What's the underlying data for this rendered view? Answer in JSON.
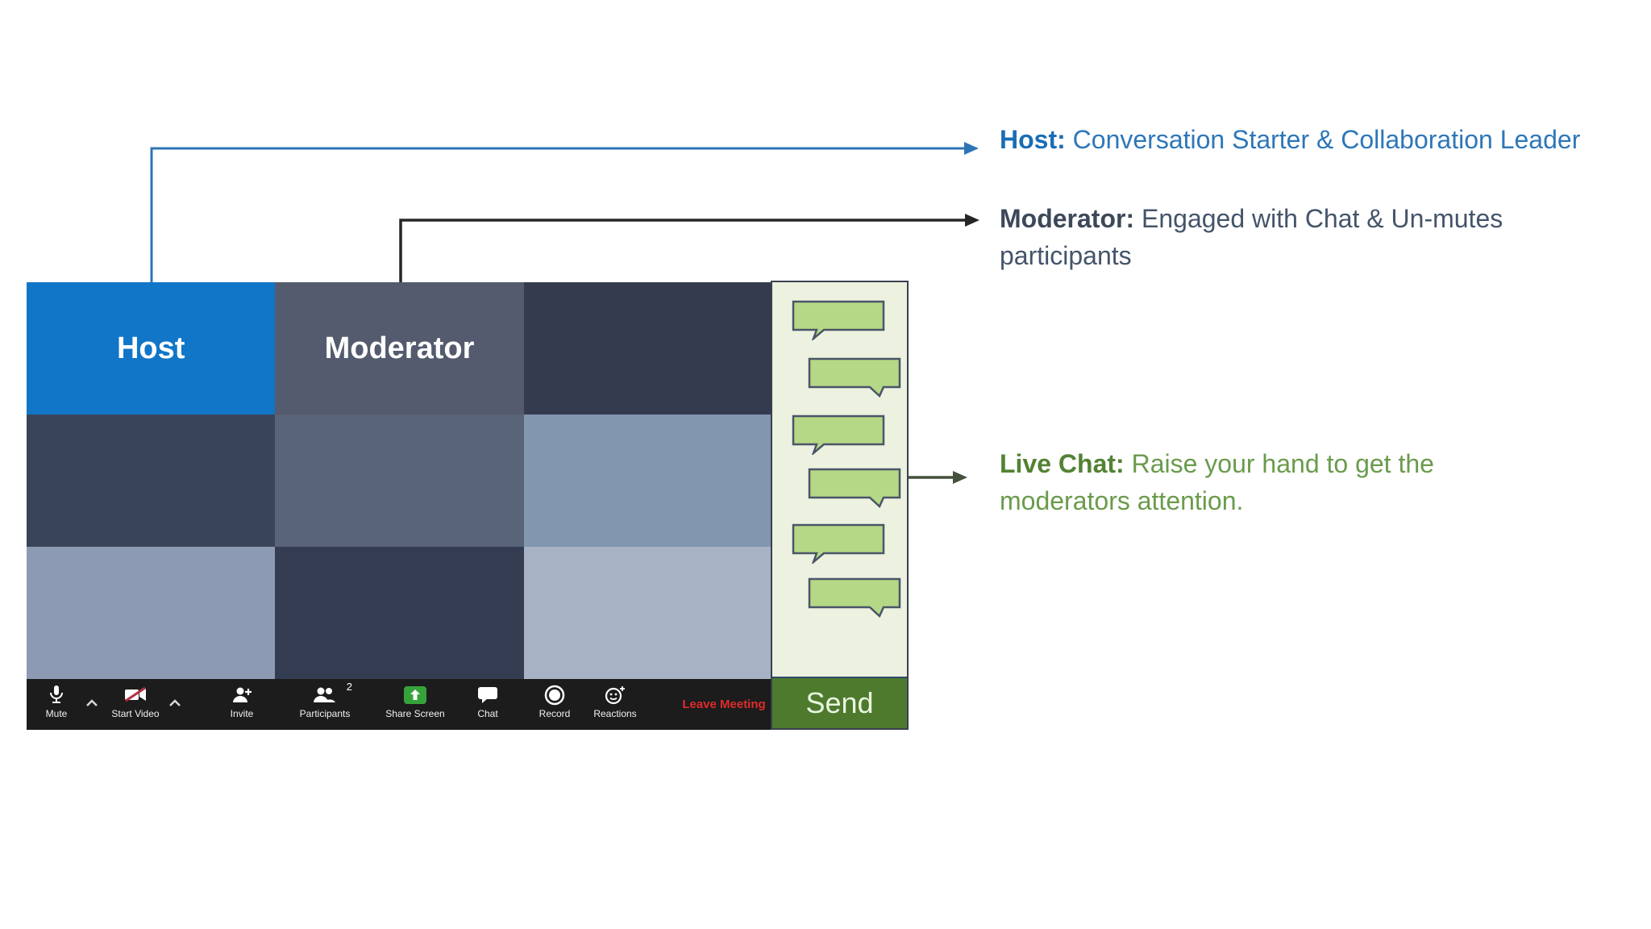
{
  "annotations": {
    "host": {
      "label": "Host:",
      "text": "Conversation Starter & Collaboration Leader"
    },
    "moderator": {
      "label": "Moderator:",
      "text_line1": "Engaged with Chat & Un-mutes",
      "text_line2": "participants"
    },
    "live_chat": {
      "label": "Live Chat:",
      "text_line1": "Raise your hand to get the",
      "text_line2": "moderators attention."
    }
  },
  "meeting": {
    "tiles": [
      {
        "label": "Host",
        "color": "#1176c8"
      },
      {
        "label": "Moderator",
        "color": "#545b6e"
      },
      {
        "label": "",
        "color": "#343b4f"
      },
      {
        "label": "",
        "color": "#3a4459"
      },
      {
        "label": "",
        "color": "#5a6479"
      },
      {
        "label": "",
        "color": "#8296af"
      },
      {
        "label": "",
        "color": "#8c9ab3"
      },
      {
        "label": "",
        "color": "#333c50"
      },
      {
        "label": "",
        "color": "#a7b2c4"
      }
    ],
    "toolbar": {
      "items": [
        {
          "icon": "microphone-icon",
          "label": "Mute"
        },
        {
          "icon": "chevron-up-icon",
          "label": ""
        },
        {
          "icon": "video-camera-off-icon",
          "label": "Start Video"
        },
        {
          "icon": "chevron-up-icon",
          "label": ""
        },
        {
          "icon": "invite-icon",
          "label": "Invite"
        },
        {
          "icon": "participants-icon",
          "label": "Participants",
          "badge": "2"
        },
        {
          "icon": "share-screen-icon",
          "label": "Share Screen"
        },
        {
          "icon": "chat-icon",
          "label": "Chat"
        },
        {
          "icon": "record-icon",
          "label": "Record"
        },
        {
          "icon": "reactions-icon",
          "label": "Reactions"
        }
      ],
      "leave_label": "Leave Meeting"
    },
    "chat": {
      "send_label": "Send",
      "bubble_count": 6
    }
  },
  "colors": {
    "host_tile_blue": "#1176c8",
    "annotation_host_accent": "#1b6cb5",
    "annotation_host_text": "#2e77b8",
    "annotation_moderator_text": "#44546a",
    "annotation_live_chat_accent": "#538233",
    "annotation_live_chat_text": "#6a9b4c",
    "arrow_blue": "#2e75b6",
    "arrow_black": "#262626",
    "arrow_olive": "#44513d",
    "chat_panel_bg": "#edf2e0",
    "bubble_fill": "#b4d886",
    "bubble_border": "#4a5568",
    "send_bg": "#4e7a2e",
    "leave_red": "#e02b2b",
    "share_screen_green": "#36a33a"
  }
}
